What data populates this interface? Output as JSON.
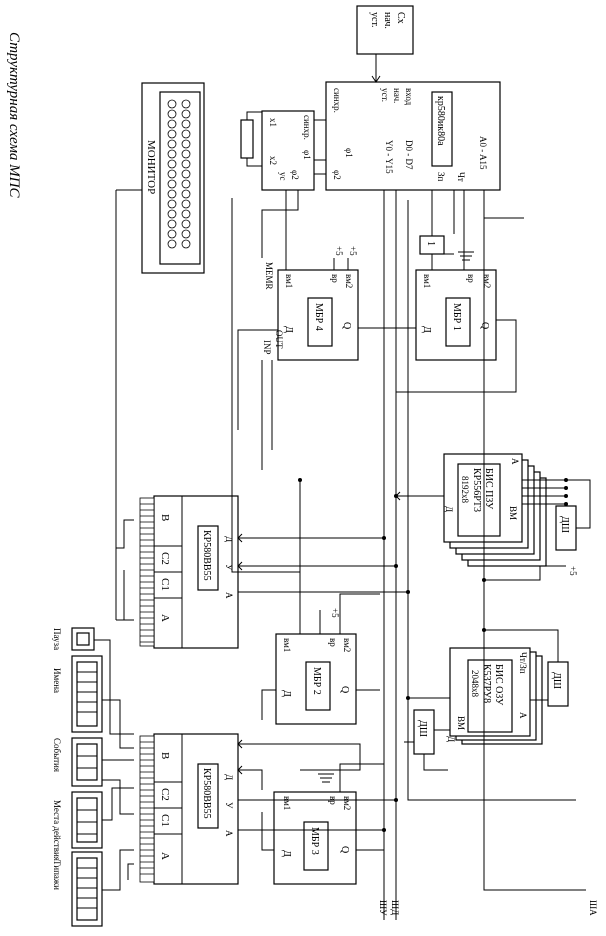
{
  "title": "Структурная схема МПС",
  "monitor": {
    "label": "МОНИТОР"
  },
  "reset_box": {
    "lines": [
      "Сх",
      "нач.",
      "уст."
    ]
  },
  "cpu": {
    "name": "кр580ик80а",
    "pins": [
      "вход",
      "нач.",
      "уст.",
      "синхр.",
      "φ1",
      "φ2",
      "D0 - D7",
      "Y0 - Y15",
      "A0 - A15",
      "Чт",
      "Зп"
    ]
  },
  "clock": {
    "pins": [
      "синхр.",
      "x1",
      "x2",
      "φ1",
      "φ2",
      "ус"
    ]
  },
  "mbr1": {
    "name": "МБР 1",
    "pins": [
      "вм2",
      "вр",
      "вм1",
      "Q",
      "Д"
    ]
  },
  "mbr4": {
    "name": "МБР 4",
    "pins": [
      "вм2",
      "вр",
      "вм1",
      "Q",
      "Д"
    ],
    "supply": "+5",
    "signals": [
      "MEMR",
      "OUT",
      "INP"
    ]
  },
  "mbr2": {
    "name": "МБР 2",
    "pins": [
      "вм2",
      "вр",
      "вм1",
      "Q",
      "Д"
    ],
    "supply": "+5"
  },
  "mbr3": {
    "name": "МБР 3",
    "pins": [
      "вм2",
      "вр",
      "вм1",
      "Q",
      "Д"
    ]
  },
  "inverter": "1",
  "rom": {
    "lines": [
      "БИС ПЗУ",
      "КР556РТ3",
      "8192х8"
    ],
    "pins": [
      "А",
      "ВМ",
      "Д"
    ],
    "decoder": "ДШ",
    "supply": "+5"
  },
  "ram": {
    "lines": [
      "БИС ОЗУ",
      "К537РУ8",
      "2048х8"
    ],
    "pins": [
      "А",
      "ВМ",
      "Д",
      "Чт/Зп"
    ],
    "decoder1": "ДШ",
    "decoder2": "ДШ"
  },
  "ppi1": {
    "name": "КР580ВВ55",
    "ports": [
      "В",
      "С2",
      "С1",
      "А"
    ],
    "pins": [
      "Д",
      "У",
      "А"
    ]
  },
  "ppi2": {
    "name": "КР580ВВ55",
    "ports": [
      "В",
      "С2",
      "С1",
      "А"
    ],
    "pins": [
      "Д",
      "У",
      "А"
    ]
  },
  "indicators": [
    "Пауза",
    "Имена",
    "События",
    "Места действия",
    "Типажи"
  ],
  "buses": [
    "ШД",
    "ШУ",
    "ША"
  ]
}
